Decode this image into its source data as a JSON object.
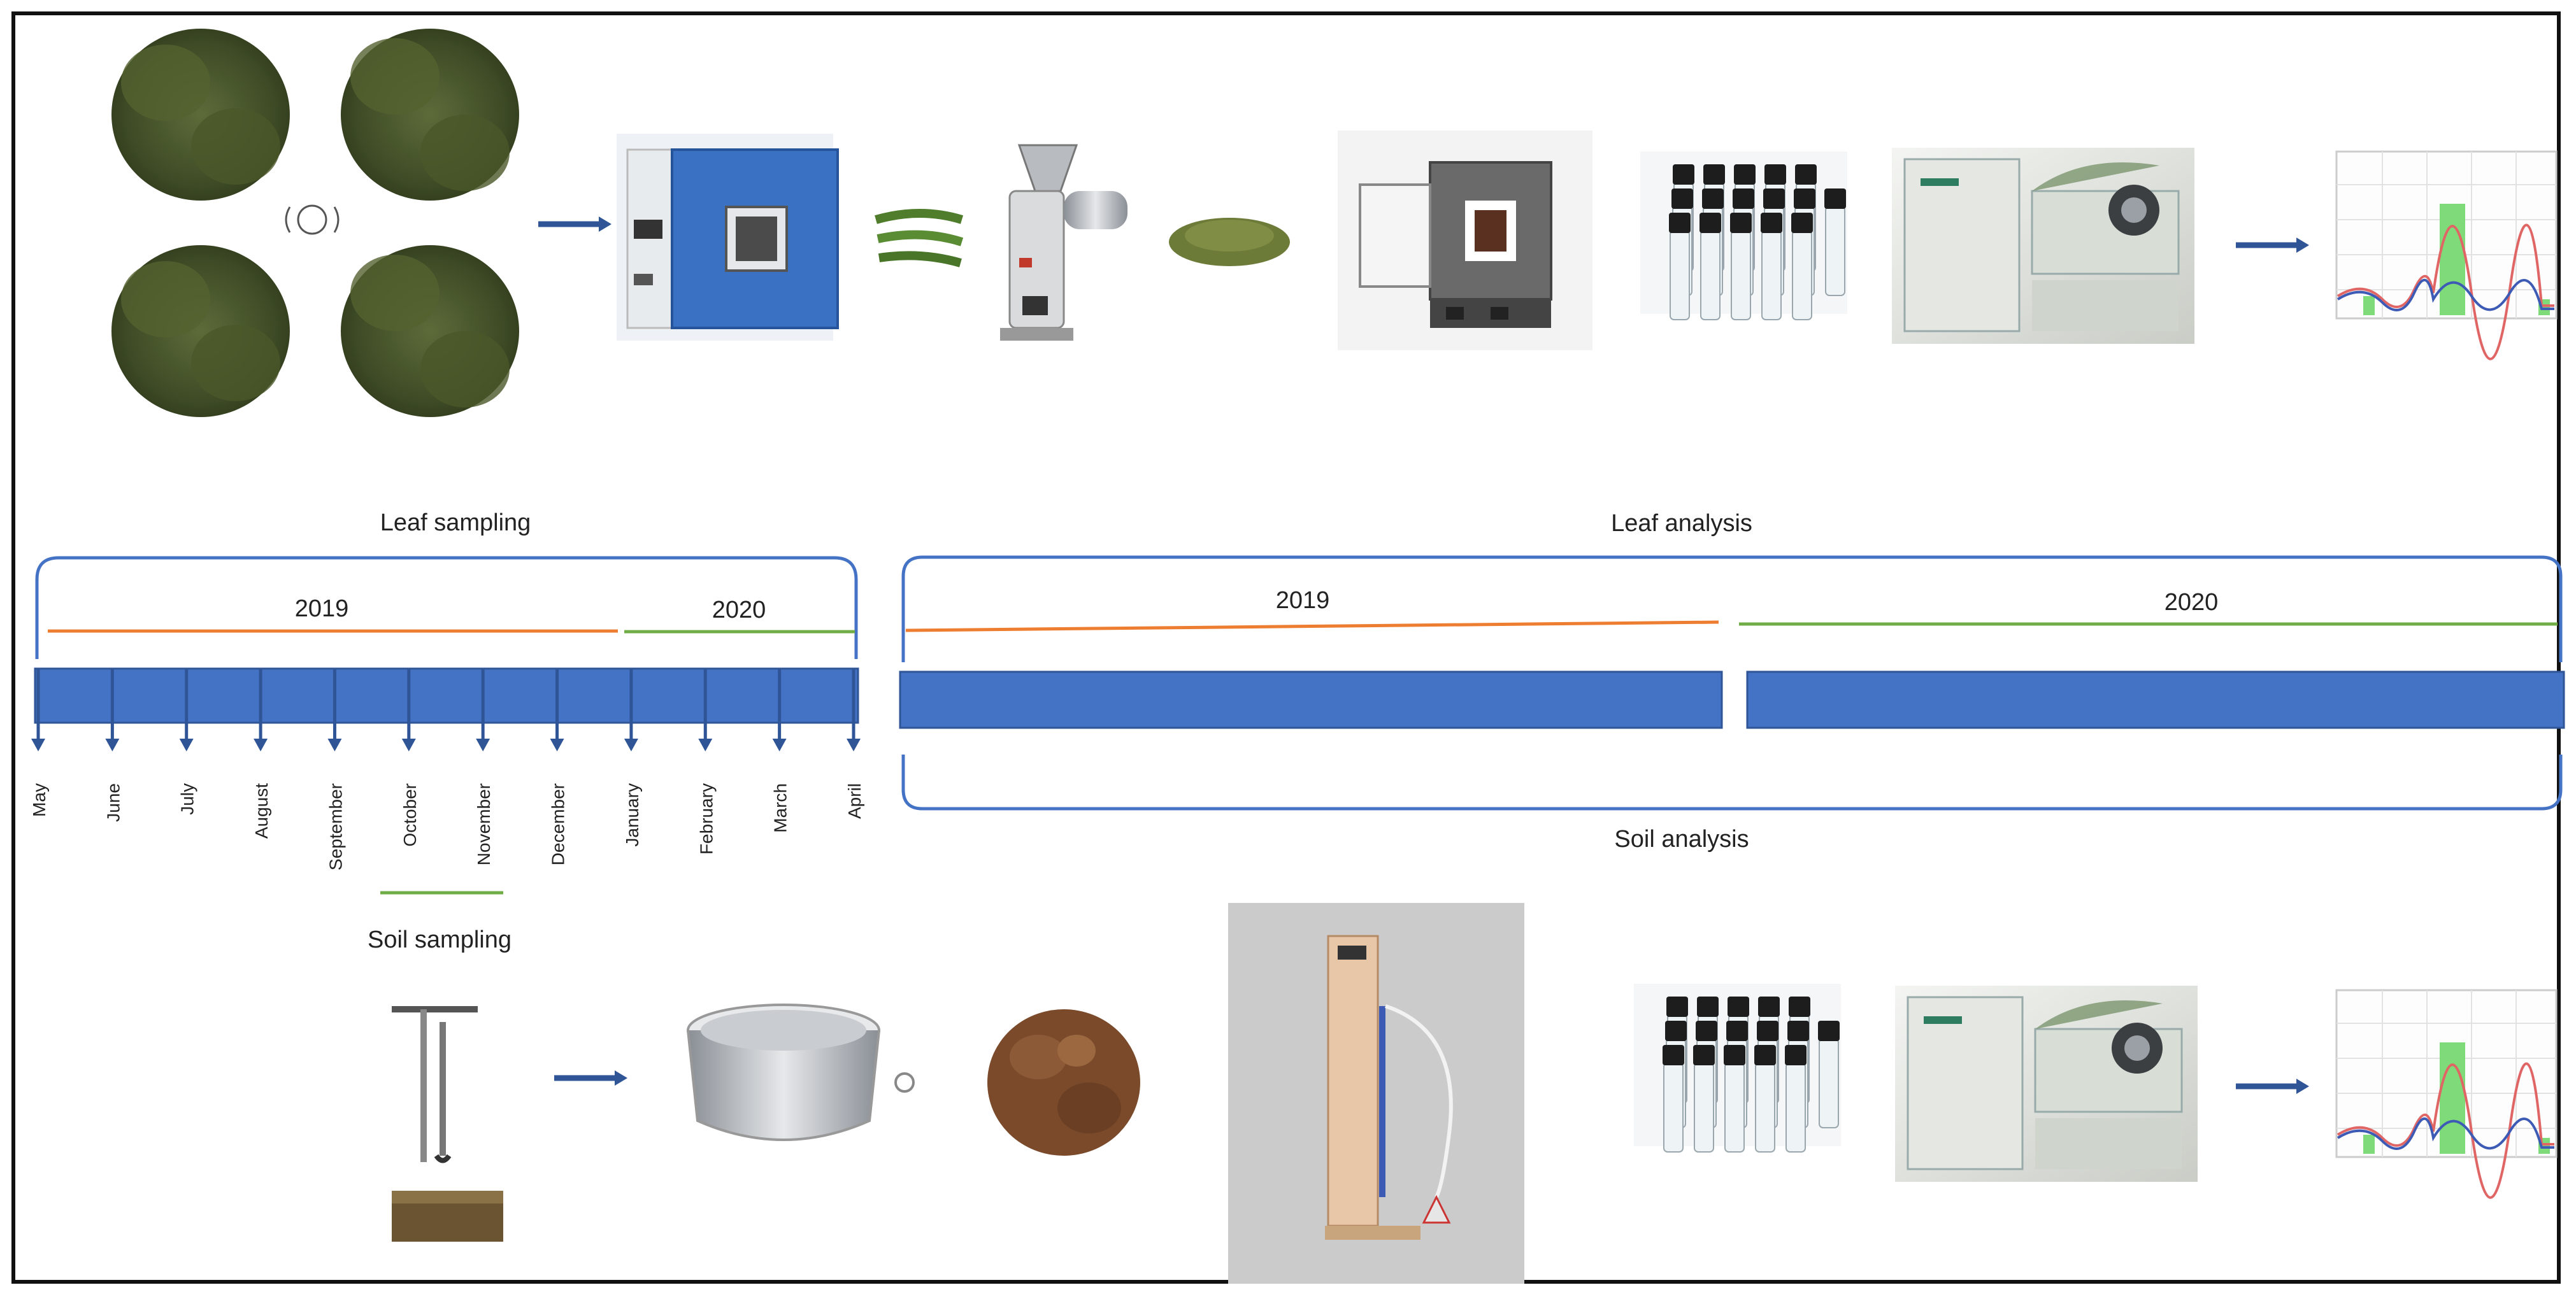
{
  "labels": {
    "leaf_sampling": "Leaf sampling",
    "leaf_analysis": "Leaf analysis",
    "soil_sampling": "Soil sampling",
    "soil_analysis": "Soil analysis"
  },
  "sampling_timeline": {
    "year_a": "2019",
    "year_b": "2020",
    "months": [
      "May",
      "June",
      "July",
      "August",
      "September",
      "October",
      "November",
      "December",
      "January",
      "February",
      "March",
      "April"
    ]
  },
  "analysis_timeline": {
    "year_a": "2019",
    "year_b": "2020"
  },
  "colors": {
    "bar_blue": "#4472C4",
    "year_2019_orange": "#ED7D31",
    "year_2020_green": "#70AD47",
    "arrow_blue": "#2F5597",
    "bracket_blue": "#4472C4"
  }
}
